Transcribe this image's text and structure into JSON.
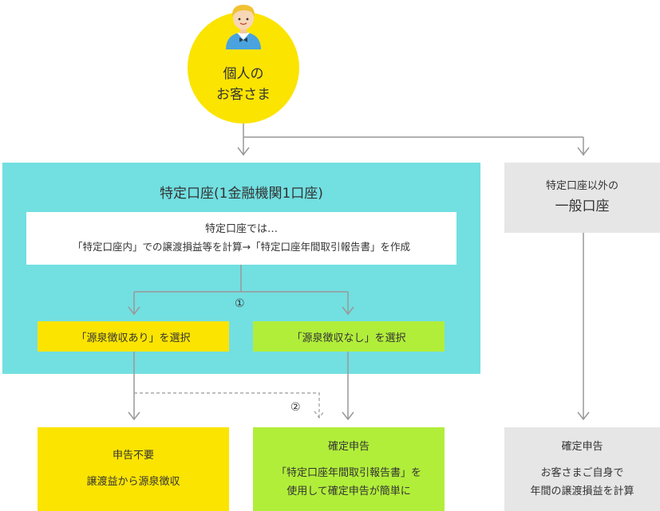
{
  "customer": {
    "line1": "個人の",
    "line2": "お客さま"
  },
  "special_account": {
    "title": "特定口座(1金融機関1口座)",
    "info_title": "特定口座では…",
    "info_desc": "「特定口座内」での譲渡損益等を計算→「特定口座年間取引報告書」を作成",
    "marker_1": "①",
    "option_with": "「源泉徴収あり」を選択",
    "option_without": "「源泉徴収なし」を選択"
  },
  "general_account": {
    "line1": "特定口座以外の",
    "line2": "一般口座"
  },
  "marker_2": "②",
  "outcomes": {
    "with_withholding": {
      "title": "申告不要",
      "text": "譲渡益から源泉徴収"
    },
    "without_withholding": {
      "title": "確定申告",
      "text1": "「特定口座年間取引報告書」を",
      "text2": "使用して確定申告が簡単に"
    },
    "general": {
      "title": "確定申告",
      "text1": "お客さまご自身で",
      "text2": "年間の譲渡損益を計算"
    }
  },
  "colors": {
    "yellow": "#fbe400",
    "cyan": "#72dfe1",
    "green": "#b1ee3a",
    "gray": "#e6e6e6",
    "connector": "#999999"
  }
}
